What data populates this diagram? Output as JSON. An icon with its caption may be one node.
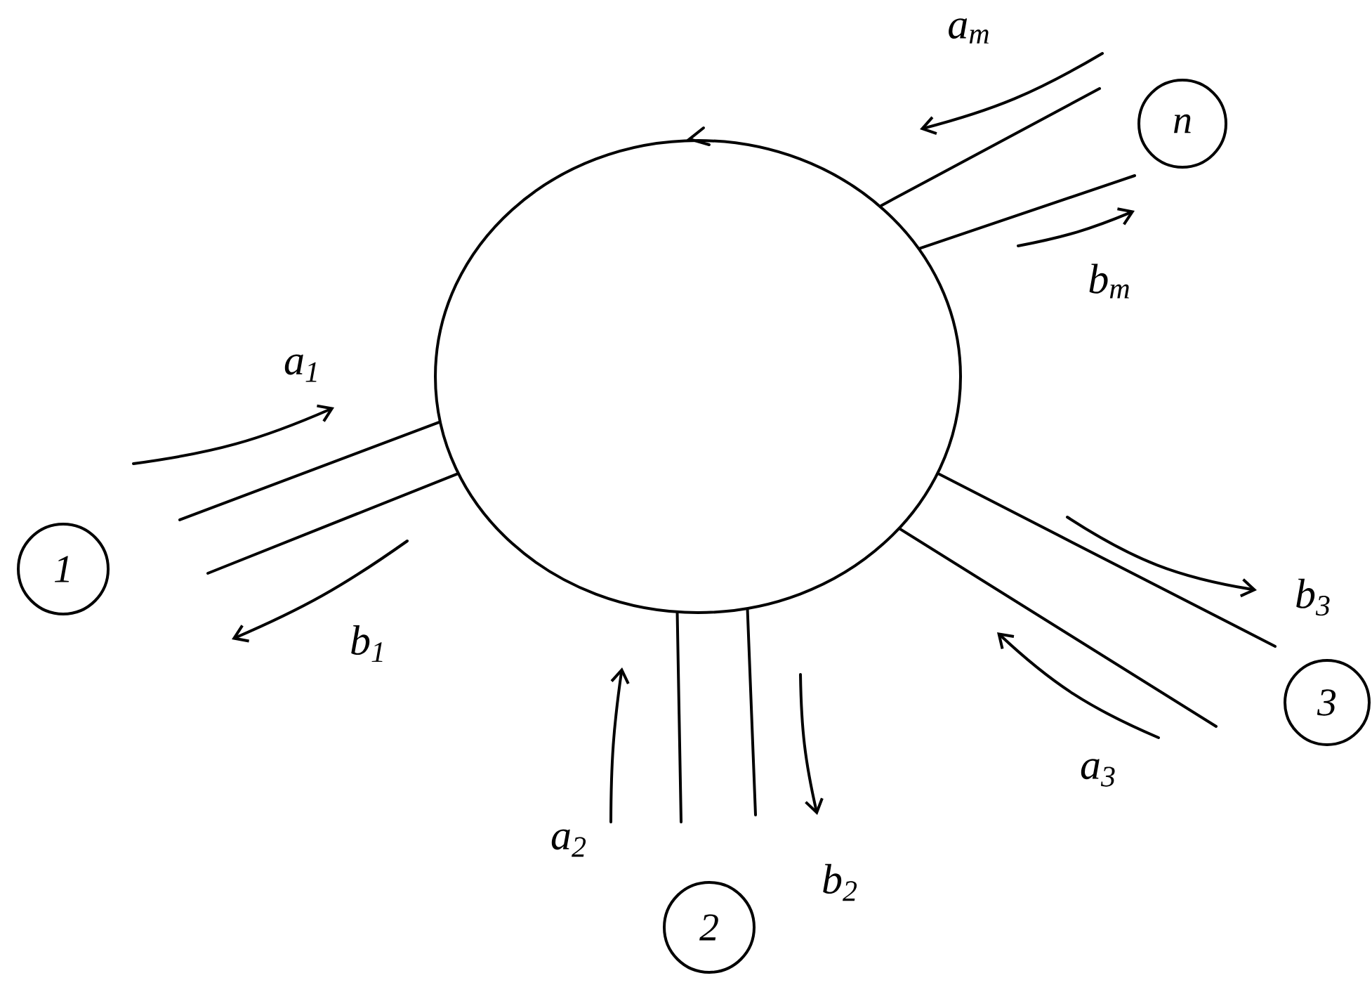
{
  "diagram": {
    "nodes": [
      {
        "text": [],
        "shape": "circle"
      },
      {
        "text": [
          "n"
        ]
      },
      {
        "text": [
          "1"
        ]
      },
      {
        "text": [
          "3"
        ]
      },
      {
        "text": [
          "2"
        ]
      }
    ],
    "labels": [
      "a$_{m}$",
      "b$_{m}$",
      "a$_{1}$",
      "b$_{1}$",
      "b$_{3}$",
      "a$_{3}$",
      "a$_{2}$",
      "b$_{2}$"
    ]
  }
}
